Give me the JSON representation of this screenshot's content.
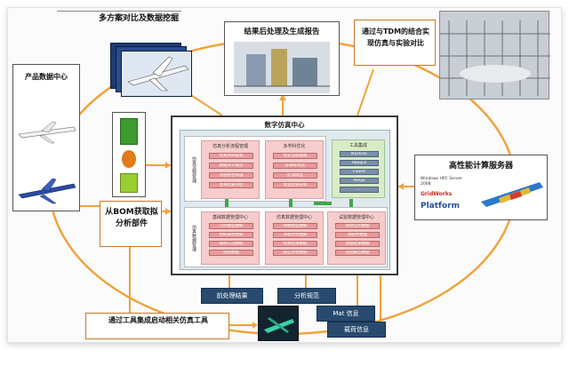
{
  "nodes": {
    "multi_scheme": "多方案对比及数据挖掘",
    "postprocess": "结果后处理及生成报告",
    "tdm": "通过与TDM的结合实现仿真与实验对比",
    "product_data": "产品数据中心",
    "bom": "从BOM获取拟分析部件",
    "hpc": "高性能计算服务器",
    "tool_launch": "通过工具集成启动相关仿真工具"
  },
  "hub": {
    "title": "数字仿真中心",
    "flow_mgmt_sidebar": "仿真流程管理",
    "data_mgmt_sidebar": "仿真数据管理",
    "groups": [
      {
        "title": "仿真分析流程管理",
        "items": [
          "仿真项目规划",
          "数据导入规范",
          "流程整合管理",
          "仿真结果评估"
        ]
      },
      {
        "title": "多学科优化",
        "items": [
          "优化流程建模",
          "多目标优化",
          "近似模型",
          "优化结果分析"
        ]
      },
      {
        "title": "工具集成",
        "items": [
          "Nastran",
          "Abaqus",
          "Fluent",
          "Ansys",
          "…"
        ]
      },
      {
        "title": "基础数据管理中心",
        "items": [
          "几何模型数据",
          "材料属性数据",
          "载荷工况数据",
          "试验数据"
        ]
      },
      {
        "title": "仿真数据管理中心",
        "items": [
          "网格模型数据",
          "求解文件数据",
          "仿真结果数据",
          "报告文档数据"
        ]
      },
      {
        "title": "试验数据管理中心",
        "items": [
          "试验任务数据",
          "试验件数据",
          "测量结果数据",
          "试验报告数据"
        ]
      }
    ]
  },
  "outputs": {
    "preprocess": "前处理结果",
    "spec": "分析规范",
    "mat": "Mat 信息",
    "load": "载荷信息"
  },
  "hpc_logos": [
    "Windows HPC Server 2008",
    "GridWorks",
    "Platform"
  ],
  "colors": {
    "flow_orange": "#f0a23c",
    "dark_blue": "#274a6e",
    "group_pink": "#f7cccc",
    "group_green": "#d8ecc8"
  }
}
